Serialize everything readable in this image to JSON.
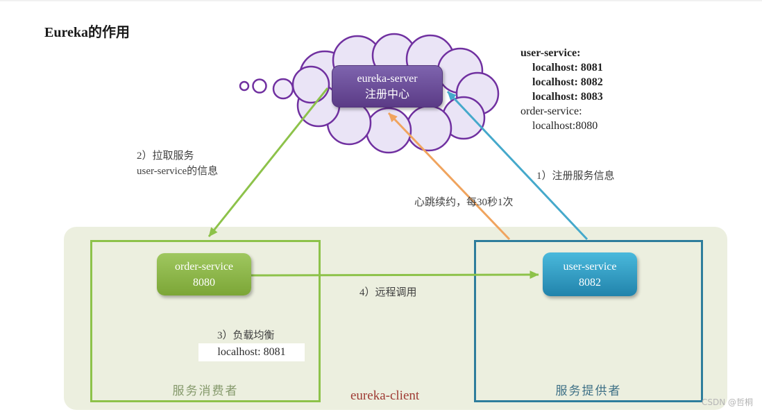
{
  "page": {
    "title": "Eureka的作用",
    "watermark": "CSDN @哲桐"
  },
  "colors": {
    "purple_outline": "#7030A0",
    "cloud_fill": "#EAE4F6",
    "server_node_purple": "#5B3B86",
    "green_accent": "#8DC24A",
    "teal_accent": "#2E7D9C",
    "orange_accent": "#F0A45E",
    "blue_arrow": "#45A9CB",
    "client_region_bg": "#ECEFDF",
    "client_label_red": "#9E3A33"
  },
  "registry": {
    "server": {
      "name": "eureka-server",
      "subtitle": "注册中心"
    },
    "listing": {
      "lines": [
        "user-service:",
        "localhost: 8081",
        "localhost: 8082",
        "localhost: 8083",
        "order-service:",
        "localhost:8080"
      ]
    }
  },
  "arrows": {
    "register_label": "1）注册服务信息",
    "pull_label_line1": "2）拉取服务",
    "pull_label_line2": "user-service的信息",
    "heartbeat_label": "心跳续约，每30秒1次",
    "remote_call_label": "4）远程调用",
    "load_balance_label": "3）负载均衡",
    "load_balance_target": "localhost: 8081"
  },
  "client_region": {
    "label": "eureka-client",
    "consumer": {
      "label": "服务消费者",
      "service_name": "order-service",
      "service_port": "8080"
    },
    "provider": {
      "label": "服务提供者",
      "service_name": "user-service",
      "service_port": "8082"
    }
  }
}
